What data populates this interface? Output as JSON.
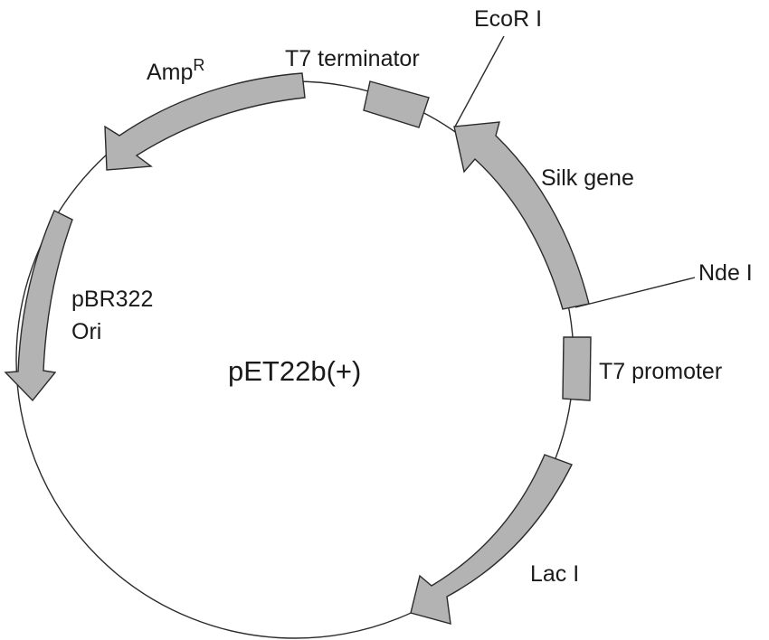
{
  "plasmid": {
    "name": "pET22b(+)"
  },
  "features": [
    {
      "id": "amp-r",
      "label": "Amp",
      "superscript": "R",
      "kind": "arrow"
    },
    {
      "id": "t7-terminator",
      "label": "T7 terminator",
      "kind": "box"
    },
    {
      "id": "silk-gene",
      "label": "Silk gene",
      "kind": "arrow"
    },
    {
      "id": "t7-promoter",
      "label": "T7 promoter",
      "kind": "box"
    },
    {
      "id": "lac-i",
      "label": "Lac I",
      "kind": "arrow"
    },
    {
      "id": "pbr322-ori",
      "label_line1": "pBR322",
      "label_line2": "Ori",
      "kind": "arrow"
    }
  ],
  "restriction_sites": [
    {
      "id": "ecor-i",
      "label": "EcoR I"
    },
    {
      "id": "nde-i",
      "label": "Nde I"
    }
  ],
  "colors": {
    "feature_fill": "#b3b3b3",
    "outline": "#2b2b2b",
    "text": "#1a1a1a"
  }
}
